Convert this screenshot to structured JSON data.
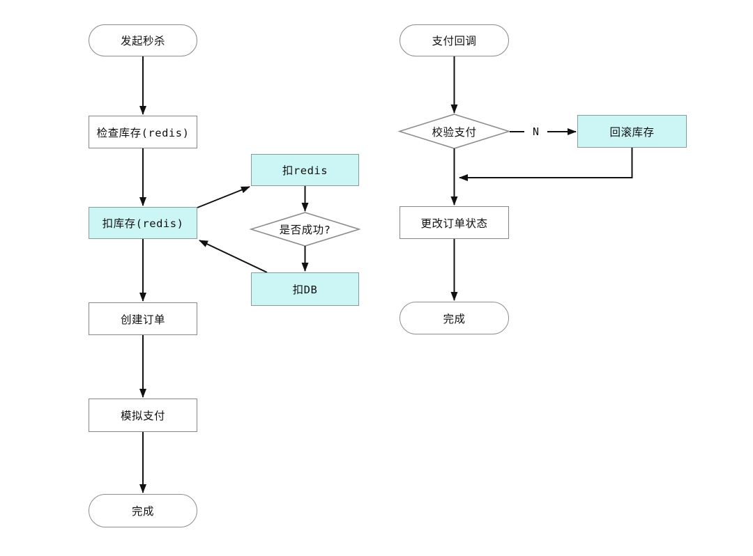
{
  "diagram_type": "flowchart",
  "colors": {
    "background": "#FFFFFF",
    "node_fill": "#FFFFFF",
    "highlight_fill": "#CCF5F5",
    "node_border": "#868686",
    "diamond_border": "#8D8D8D",
    "arrow": "#111111",
    "text": "#111111"
  },
  "nodes": {
    "seckill_start": "发起秒杀",
    "check_stock": "检查库存(redis)",
    "deduct_stock": "扣库存(redis)",
    "deduct_redis": "扣redis",
    "is_success": "是否成功?",
    "deduct_db": "扣DB",
    "create_order": "创建订单",
    "mock_pay": "模拟支付",
    "seckill_end": "完成",
    "pay_callback": "支付回调",
    "verify_pay": "校验支付",
    "rollback_stock": "回滚库存",
    "update_order": "更改订单状态",
    "callback_end": "完成"
  },
  "edges": [
    {
      "from": "seckill_start",
      "to": "check_stock",
      "label": ""
    },
    {
      "from": "check_stock",
      "to": "deduct_stock",
      "label": ""
    },
    {
      "from": "deduct_stock",
      "to": "deduct_redis",
      "label": ""
    },
    {
      "from": "deduct_redis",
      "to": "is_success",
      "label": ""
    },
    {
      "from": "is_success",
      "to": "deduct_db",
      "label": ""
    },
    {
      "from": "deduct_db",
      "to": "deduct_stock",
      "label": ""
    },
    {
      "from": "deduct_stock",
      "to": "create_order",
      "label": ""
    },
    {
      "from": "create_order",
      "to": "mock_pay",
      "label": ""
    },
    {
      "from": "mock_pay",
      "to": "seckill_end",
      "label": ""
    },
    {
      "from": "pay_callback",
      "to": "verify_pay",
      "label": ""
    },
    {
      "from": "verify_pay",
      "to": "rollback_stock",
      "label": "N"
    },
    {
      "from": "rollback_stock",
      "to": "update_order",
      "label": ""
    },
    {
      "from": "verify_pay",
      "to": "update_order",
      "label": ""
    },
    {
      "from": "update_order",
      "to": "callback_end",
      "label": ""
    }
  ]
}
